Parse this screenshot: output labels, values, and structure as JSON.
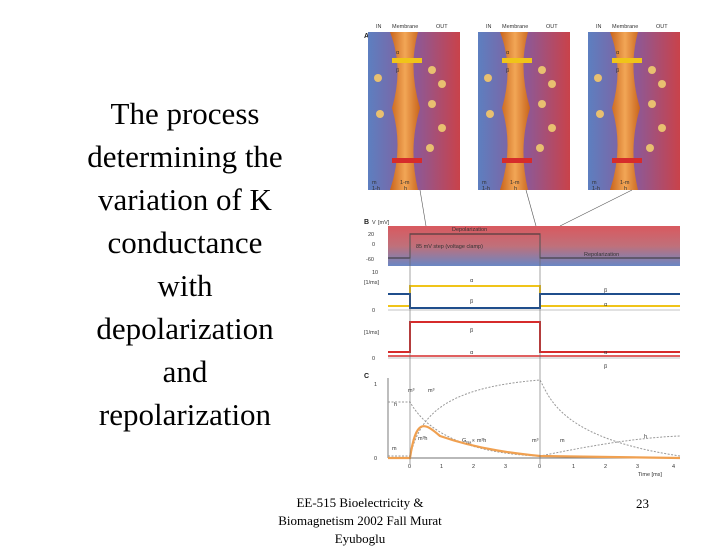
{
  "slide": {
    "title_lines": [
      "The process",
      "determining the",
      "variation of K",
      "conductance",
      "with",
      "depolarization",
      "and",
      "repolarization"
    ],
    "footer_lines": [
      "EE-515 Bioelectricity &",
      "Biomagnetism 2002 Fall Murat",
      "Eyuboglu"
    ],
    "page_number": "23"
  },
  "figure": {
    "panel_a": {
      "label": "A",
      "col_in": "IN",
      "col_membrane": "Membrane",
      "col_out": "OUT",
      "alpha_m": "α",
      "beta_m": "β",
      "m": "m",
      "h": "h",
      "one_minus_m": "1-m",
      "one_minus_h": "1-h"
    },
    "panel_b": {
      "label": "B",
      "vm_label": "V",
      "vm_unit": "[mV]",
      "tick_20": "20",
      "tick_0": "0",
      "tick_minus60": "-60",
      "depolarization": "Depolarization",
      "step_text": "85 mV step (voltage clamp)",
      "repolarization": "Repolarization",
      "rate_tick_10": "10",
      "rate_unit": "[1/ms]",
      "rate_tick_0": "0",
      "rate_unit_2": "[1/ms]",
      "rate_tick_0b": "0",
      "alpha_m": "α",
      "beta_m": "β",
      "alpha_h": "α",
      "beta_h": "β",
      "sub_m": "m",
      "sub_h": "h"
    },
    "panel_c": {
      "label": "C",
      "tick_1": "1",
      "tick_0": "0",
      "m3": "m³",
      "m": "m",
      "h": "h",
      "m3h": "m³h",
      "g_na": "G",
      "g_na_rest": "∝ m³h",
      "g_na_sub": "Na",
      "time_ticks": [
        "0",
        "1",
        "2",
        "3",
        "0",
        "1",
        "2",
        "3",
        "4"
      ],
      "time_label": "Time [ms]"
    },
    "colors": {
      "membrane_orange": "#e3872e",
      "intracellular_blue": "#4d6fb1",
      "extracellular_red": "#c9424a",
      "alpha_m_yellow": "#f0c419",
      "beta_m_blue": "#1f4e8c",
      "h_red": "#d62b2b",
      "conductance_orange": "#f0a050"
    }
  }
}
